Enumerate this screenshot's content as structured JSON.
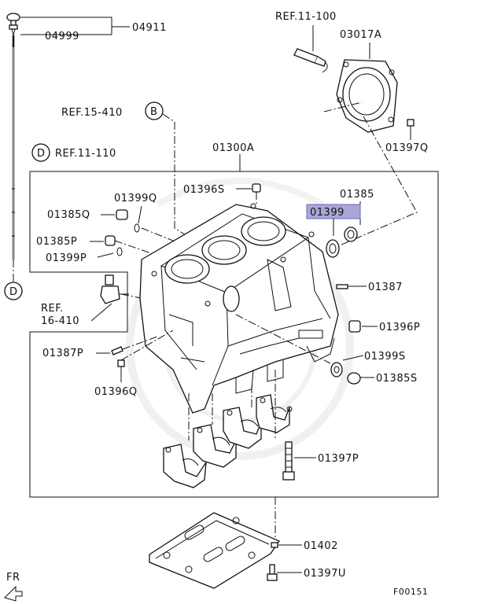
{
  "labels": {
    "p04911": "04911",
    "p04999": "04999",
    "ref11_100": "REF.11-100",
    "p03017A": "03017A",
    "p01397Q": "01397Q",
    "ref15_410": "REF.15-410",
    "circleB": "B",
    "circleD": "D",
    "ref11_110": "REF.11-110",
    "p01300A": "01300A",
    "p01396S": "01396S",
    "p01385": "01385",
    "p01399Q": "01399Q",
    "p01399_highlight": "01399",
    "p01385Q": "01385Q",
    "p01385P": "01385P",
    "p01399P": "01399P",
    "p01387": "01387",
    "ref16_410_a": "REF.",
    "ref16_410_b": "16-410",
    "p01396P": "01396P",
    "p01387P": "01387P",
    "p01399S": "01399S",
    "p01385S": "01385S",
    "p01396Q": "01396Q",
    "p01397P": "01397P",
    "p01402": "01402",
    "p01397U": "01397U",
    "fr": "FR",
    "figure_id": "F00151"
  },
  "colors": {
    "highlight_fill": "#a9a6d8",
    "highlight_border": "#6b68b3",
    "line": "#111111",
    "watermark": "#e6e6e6"
  }
}
